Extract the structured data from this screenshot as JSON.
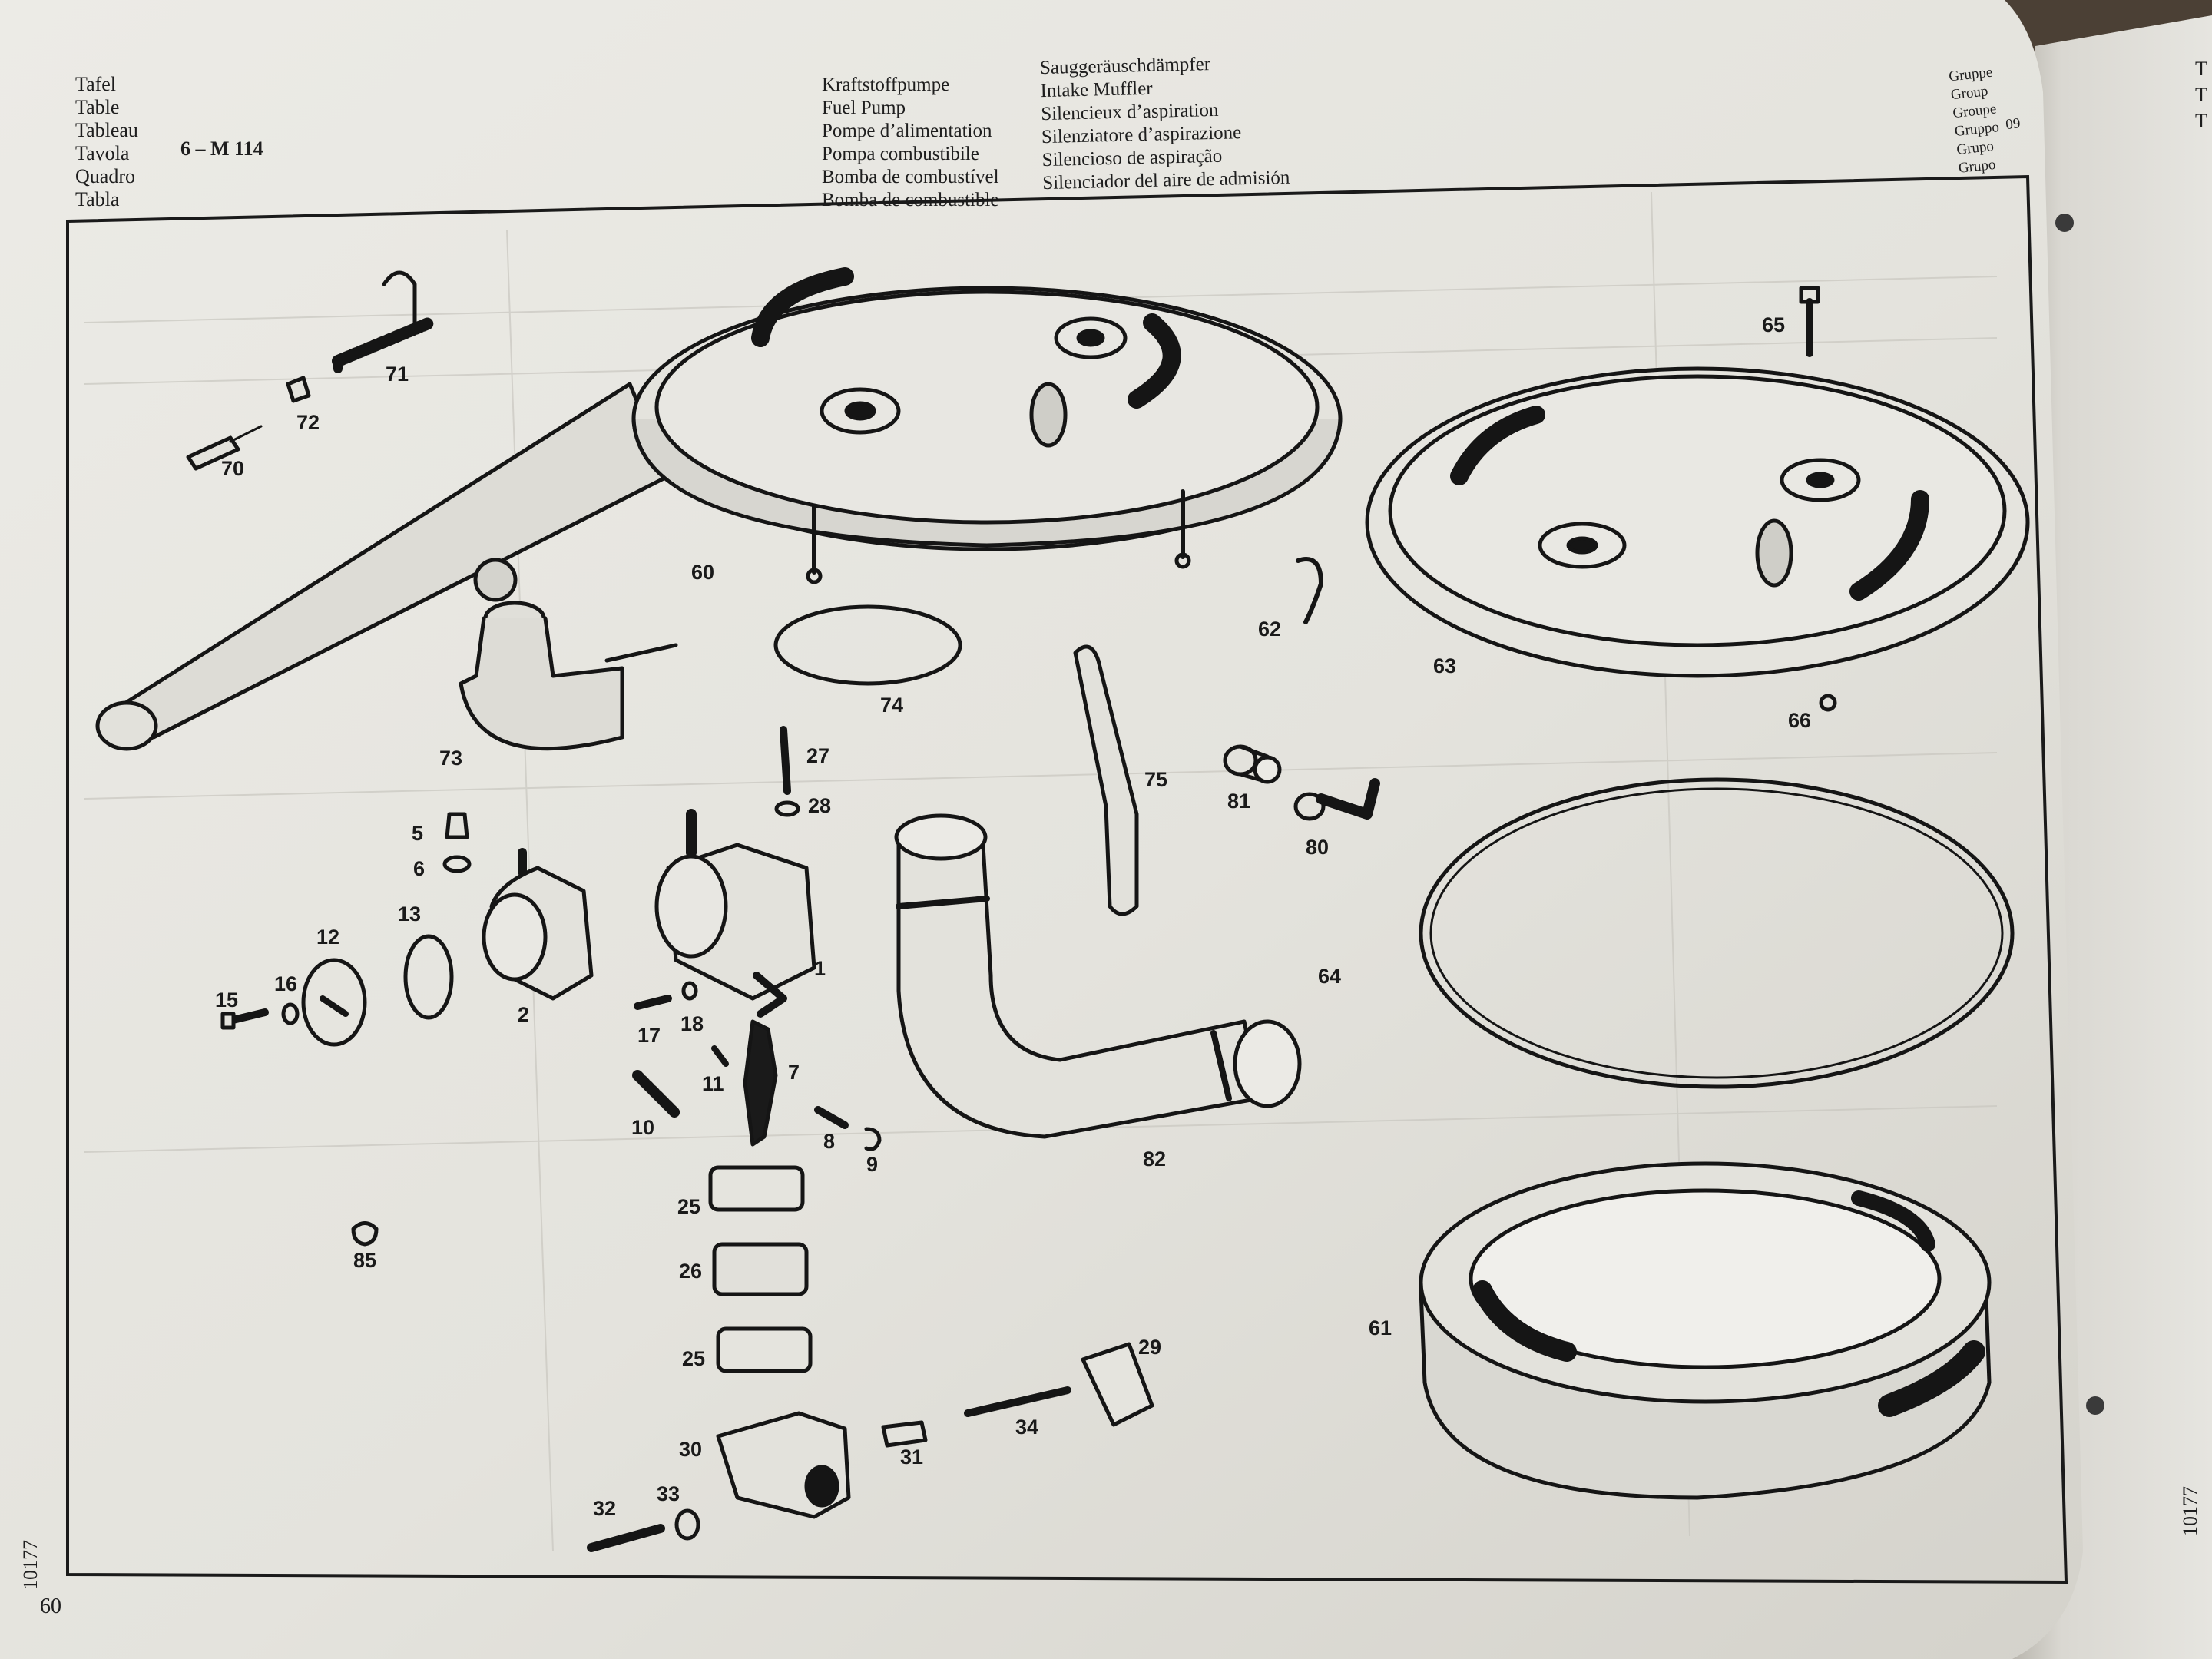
{
  "header_left": {
    "languages": [
      "Tafel",
      "Table",
      "Tableau",
      "Tavola",
      "Quadro",
      "Tabla"
    ],
    "plate_number": "6 – M 114"
  },
  "header_titles": {
    "fuel_pump": [
      "Kraftstoffpumpe",
      "Fuel Pump",
      "Pompe d’alimentation",
      "Pompa combustibile",
      "Bomba de combustível",
      "Bomba de combustible"
    ],
    "intake_muffler": [
      "Sauggeräuschdämpfer",
      "Intake Muffler",
      "Silencieux d’aspiration",
      "Silenziatore d’aspirazione",
      "Silencioso de aspiração",
      "Silenciador del aire de admisión"
    ]
  },
  "header_right": {
    "group_words": [
      "Gruppe",
      "Group",
      "Groupe",
      "Gruppo",
      "Grupo",
      "Grupo"
    ],
    "group_number": "09"
  },
  "footer": {
    "page_number": "60",
    "side_code_left": "10177",
    "side_code_right": "10177"
  },
  "parts": [
    {
      "id": "p1",
      "label": "1"
    },
    {
      "id": "p2",
      "label": "2"
    },
    {
      "id": "p5",
      "label": "5"
    },
    {
      "id": "p6",
      "label": "6"
    },
    {
      "id": "p7",
      "label": "7"
    },
    {
      "id": "p8",
      "label": "8"
    },
    {
      "id": "p9",
      "label": "9"
    },
    {
      "id": "p10",
      "label": "10"
    },
    {
      "id": "p11",
      "label": "11"
    },
    {
      "id": "p12",
      "label": "12"
    },
    {
      "id": "p13",
      "label": "13"
    },
    {
      "id": "p15",
      "label": "15"
    },
    {
      "id": "p16",
      "label": "16"
    },
    {
      "id": "p17",
      "label": "17"
    },
    {
      "id": "p18",
      "label": "18"
    },
    {
      "id": "p25a",
      "label": "25"
    },
    {
      "id": "p26",
      "label": "26"
    },
    {
      "id": "p25b",
      "label": "25"
    },
    {
      "id": "p27",
      "label": "27"
    },
    {
      "id": "p28",
      "label": "28"
    },
    {
      "id": "p29",
      "label": "29"
    },
    {
      "id": "p30",
      "label": "30"
    },
    {
      "id": "p31",
      "label": "31"
    },
    {
      "id": "p32",
      "label": "32"
    },
    {
      "id": "p33",
      "label": "33"
    },
    {
      "id": "p34",
      "label": "34"
    },
    {
      "id": "p60",
      "label": "60"
    },
    {
      "id": "p61",
      "label": "61"
    },
    {
      "id": "p62",
      "label": "62"
    },
    {
      "id": "p63",
      "label": "63"
    },
    {
      "id": "p64",
      "label": "64"
    },
    {
      "id": "p65",
      "label": "65"
    },
    {
      "id": "p66",
      "label": "66"
    },
    {
      "id": "p70",
      "label": "70"
    },
    {
      "id": "p71",
      "label": "71"
    },
    {
      "id": "p72",
      "label": "72"
    },
    {
      "id": "p73",
      "label": "73"
    },
    {
      "id": "p74",
      "label": "74"
    },
    {
      "id": "p75",
      "label": "75"
    },
    {
      "id": "p80",
      "label": "80"
    },
    {
      "id": "p81",
      "label": "81"
    },
    {
      "id": "p82",
      "label": "82"
    },
    {
      "id": "p85",
      "label": "85"
    }
  ]
}
